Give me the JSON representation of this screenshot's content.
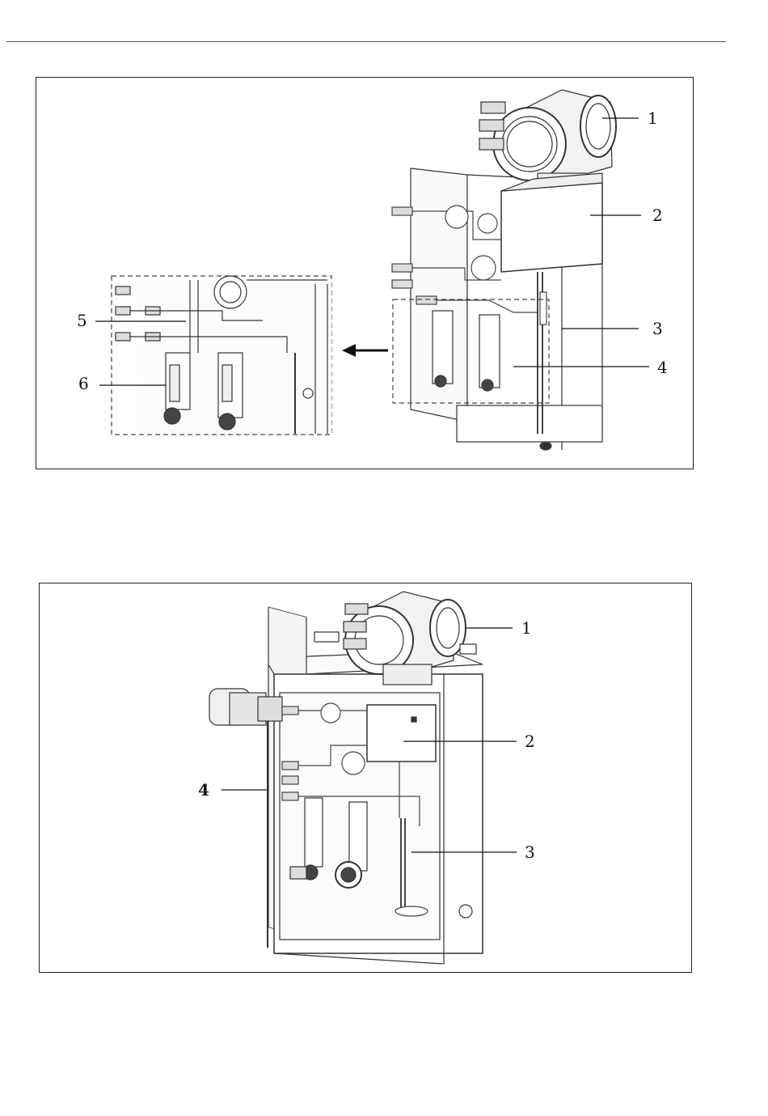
{
  "figure1": {
    "callouts": [
      "1",
      "2",
      "3",
      "4",
      "5",
      "6"
    ]
  },
  "figure2": {
    "callouts": [
      "1",
      "2",
      "3",
      "4"
    ]
  }
}
